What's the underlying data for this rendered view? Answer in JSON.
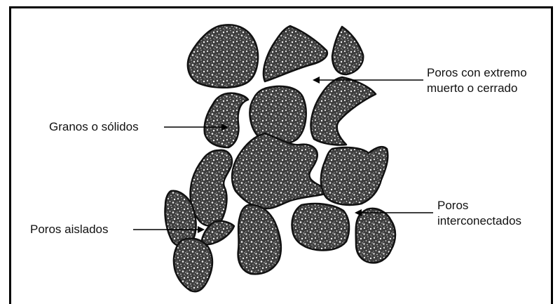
{
  "labels": {
    "dead_end_pores": [
      "Poros con extremo",
      "muerto o cerrado"
    ],
    "grains": "Granos o sólidos",
    "interconnected_pores": [
      "Poros",
      "interconectados"
    ],
    "isolated_pores": "Poros aislados"
  },
  "colors": {
    "grain_fill": "#4a4a4a",
    "grain_outline": "#111111",
    "speckle": "#e8e8e8",
    "arrow": "#000000"
  }
}
